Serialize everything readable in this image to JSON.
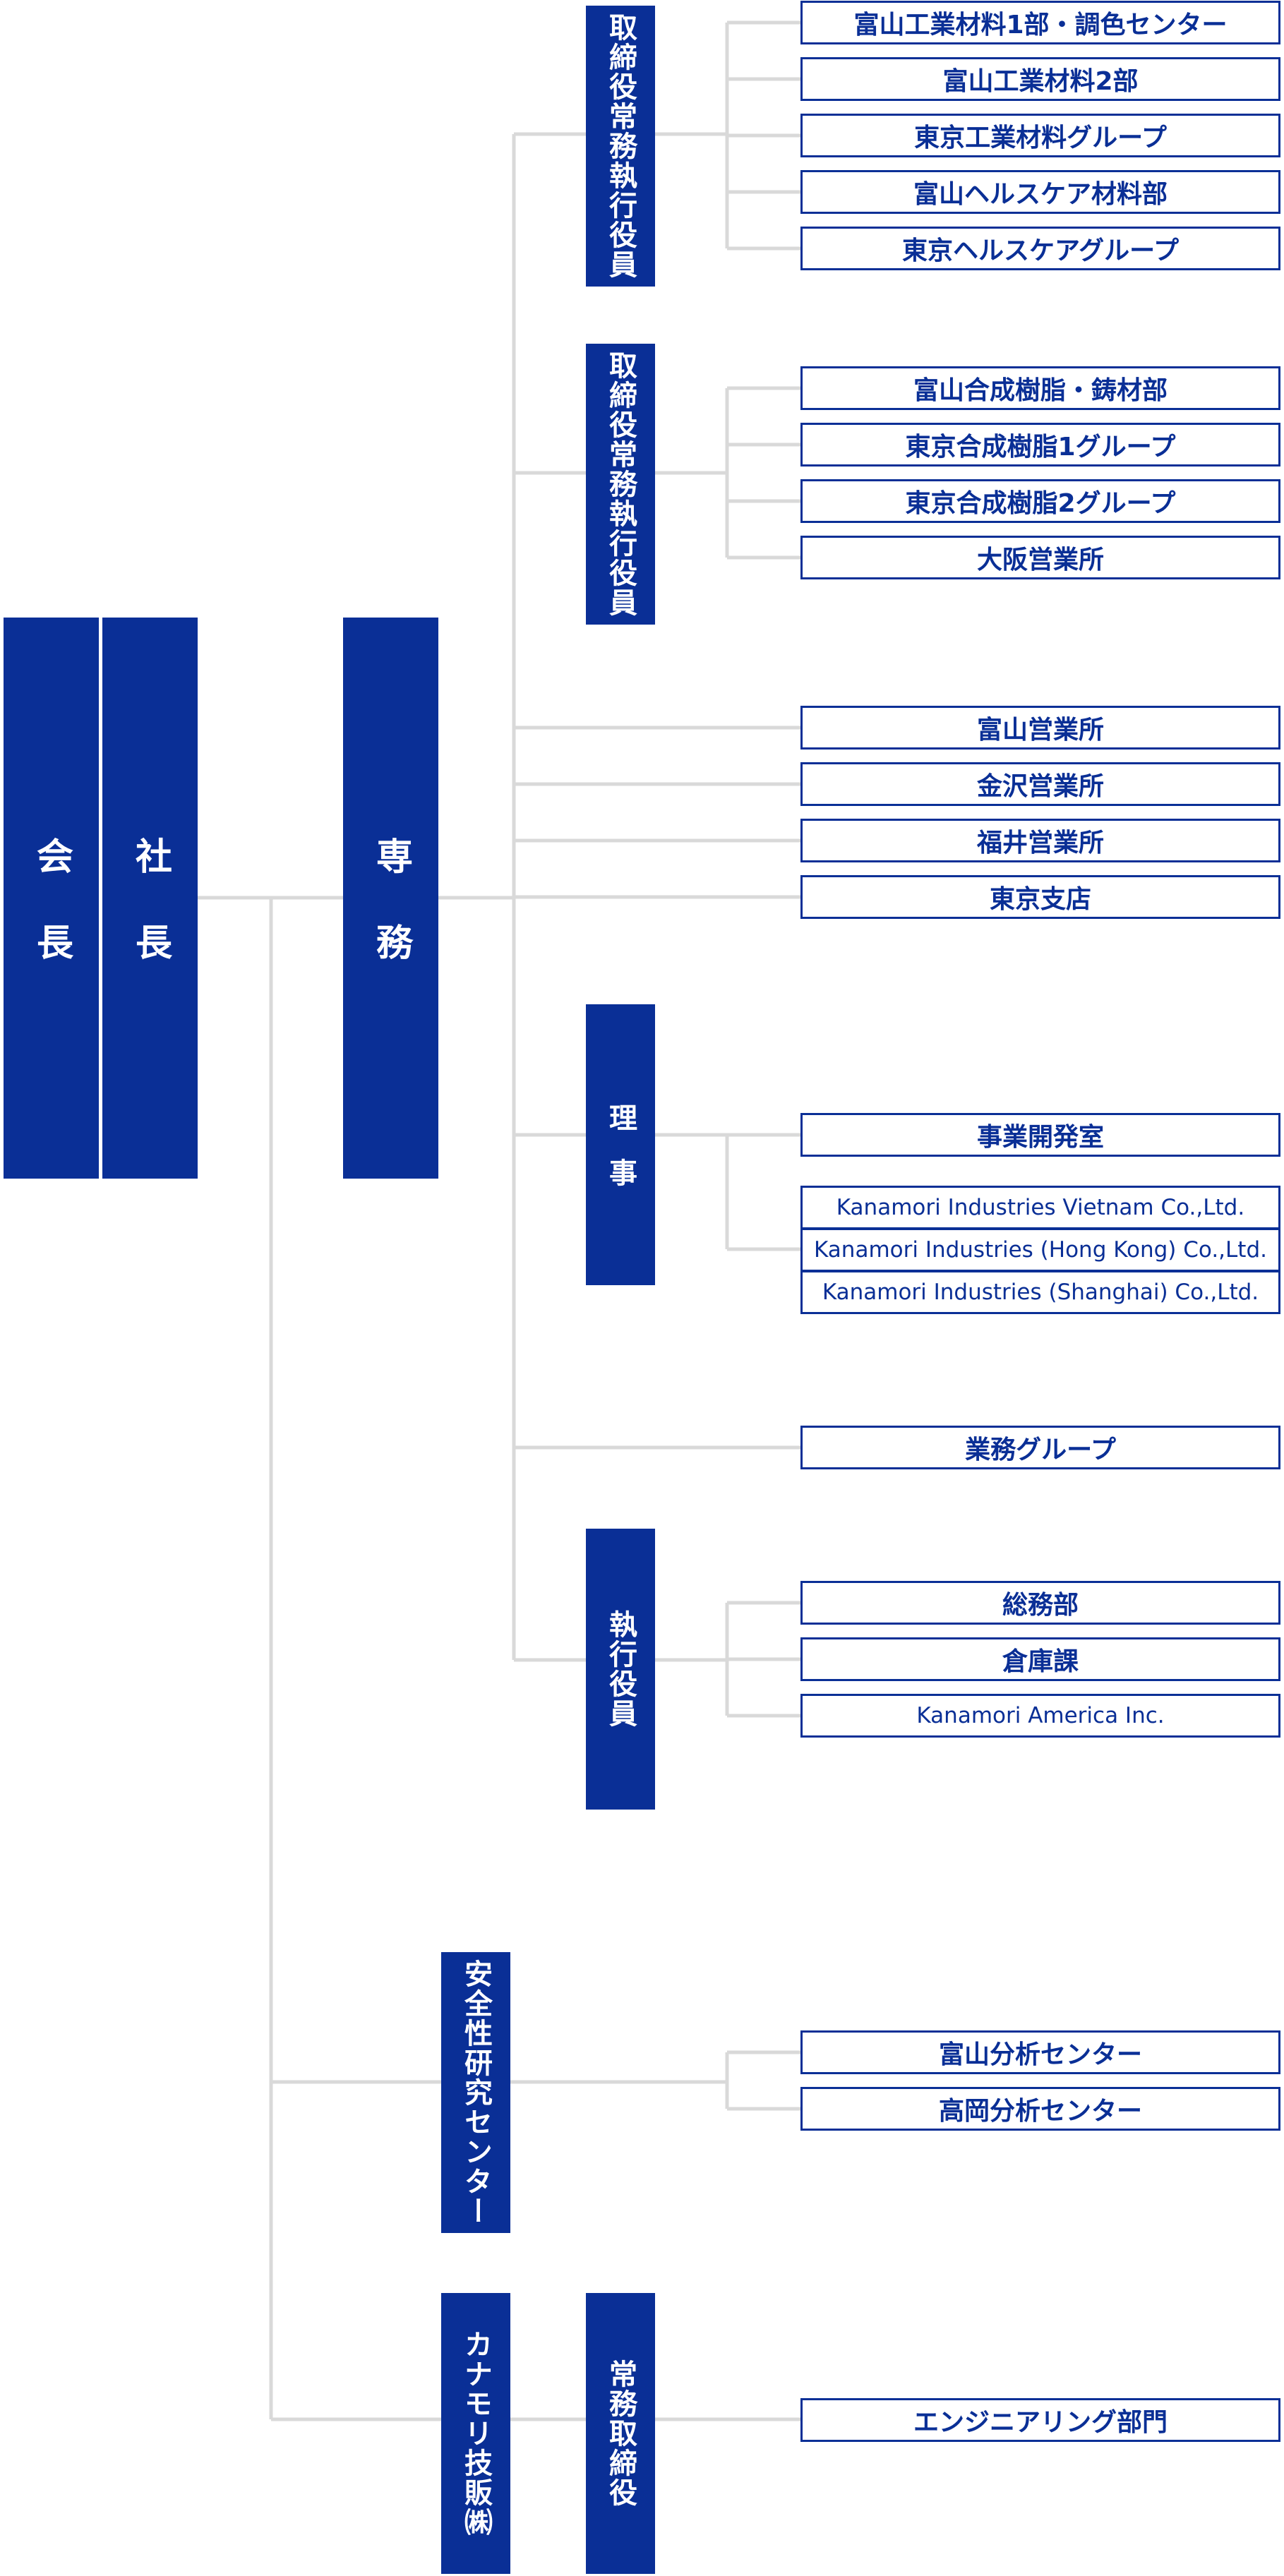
{
  "colors": {
    "primary": "#0a2f96",
    "line": "#d9d9d9",
    "background": "#ffffff"
  },
  "executives": {
    "chairman": "会長",
    "president": "社長",
    "senior_managing_director": "専務",
    "managing_officer_1": "取締役常務執行役員",
    "managing_officer_2": "取締役常務執行役員",
    "director": "理事",
    "executive_officer": "執行役員",
    "safety_research_center": "安全性研究センター",
    "kanamori_gihan": "カナモリ技販㈱",
    "managing_director": "常務取締役"
  },
  "departments": {
    "group1": [
      "富山工業材料1部・調色センター",
      "富山工業材料2部",
      "東京工業材料グループ",
      "富山ヘルスケア材料部",
      "東京ヘルスケアグループ"
    ],
    "group2": [
      "富山合成樹脂・鋳材部",
      "東京合成樹脂1グループ",
      "東京合成樹脂2グループ",
      "大阪営業所"
    ],
    "branches": [
      "富山営業所",
      "金沢営業所",
      "福井営業所",
      "東京支店"
    ],
    "director_units": [
      "事業開発室",
      "Kanamori Industries Vietnam Co.,Ltd.",
      "Kanamori Industries (Hong Kong) Co.,Ltd.",
      "Kanamori Industries (Shanghai) Co.,Ltd."
    ],
    "business_group": "業務グループ",
    "executive_units": [
      "総務部",
      "倉庫課",
      "Kanamori America Inc."
    ],
    "analysis_centers": [
      "富山分析センター",
      "高岡分析センター"
    ],
    "engineering": "エンジニアリング部門"
  }
}
